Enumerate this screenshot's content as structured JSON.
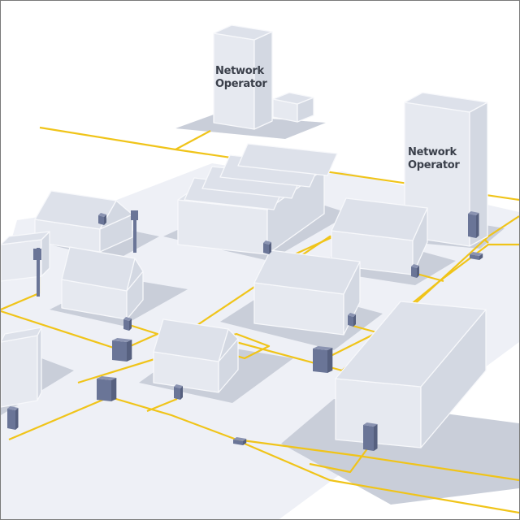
{
  "diagram": {
    "labels": {
      "operator_top": [
        "Network",
        "Operator"
      ],
      "operator_right": [
        "Network",
        "Operator"
      ]
    },
    "colors": {
      "background": "#ffffff",
      "street": "#eef0f6",
      "lot": "#c9ced9",
      "building_top": "#dde1ea",
      "building_left": "#e6e9f0",
      "building_right": "#d3d8e2",
      "edge": "#f7f8fb",
      "cable": "#f0c419",
      "device_front": "#6a7597",
      "device_side": "#56607f",
      "device_top": "#8a93b1"
    }
  }
}
